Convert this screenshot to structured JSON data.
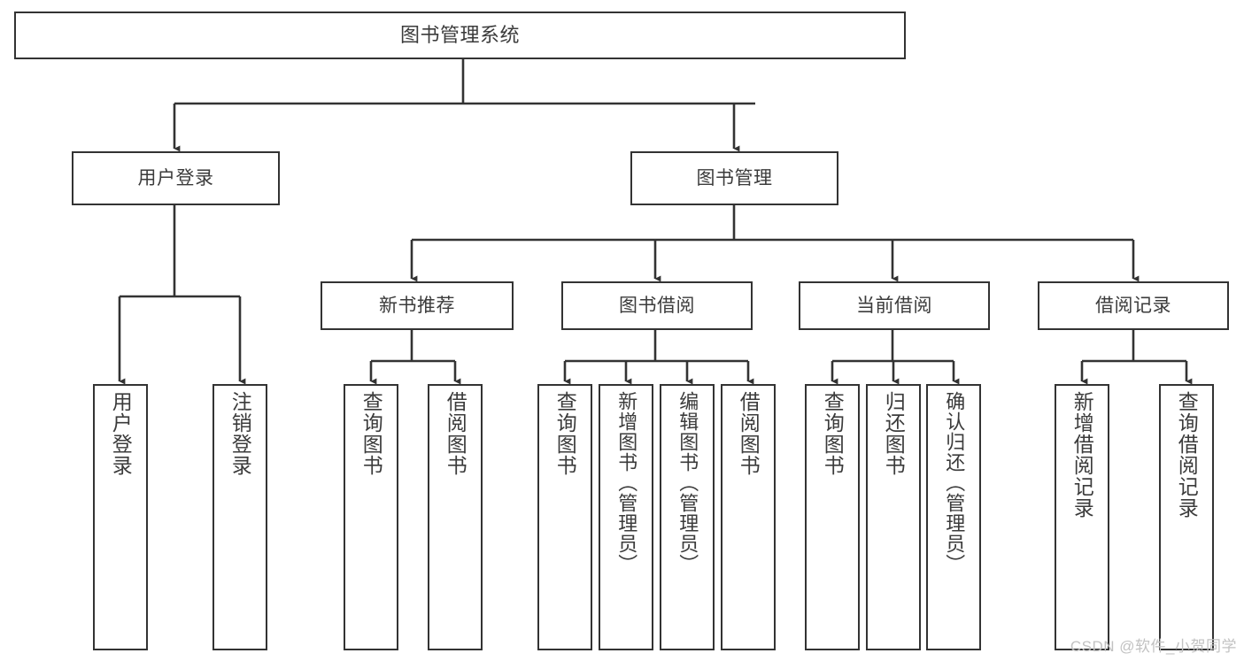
{
  "diagram": {
    "type": "tree",
    "title": "图书管理系统",
    "watermark": "CSDN @软件_小贺同学",
    "colors": {
      "stroke": "#333333",
      "fill": "#ffffff",
      "text": "#3b3b3b",
      "watermark": "#c2c2c2"
    },
    "levels": {
      "root": {
        "label": "图书管理系统"
      },
      "level2": [
        {
          "id": "user-login",
          "label": "用户登录"
        },
        {
          "id": "book-manage",
          "label": "图书管理"
        }
      ],
      "level3": [
        {
          "id": "new-book-recommend",
          "label": "新书推荐",
          "parent": "book-manage"
        },
        {
          "id": "book-borrow",
          "label": "图书借阅",
          "parent": "book-manage"
        },
        {
          "id": "current-borrow",
          "label": "当前借阅",
          "parent": "book-manage"
        },
        {
          "id": "borrow-record",
          "label": "借阅记录",
          "parent": "book-manage"
        }
      ],
      "leaves": [
        {
          "id": "leaf-user-login",
          "label": "用户登录",
          "parent": "user-login"
        },
        {
          "id": "leaf-logout",
          "label": "注销登录",
          "parent": "user-login"
        },
        {
          "id": "leaf-query-book-1",
          "label": "查询图书",
          "parent": "new-book-recommend"
        },
        {
          "id": "leaf-borrow-book-1",
          "label": "借阅图书",
          "parent": "new-book-recommend"
        },
        {
          "id": "leaf-query-book-2",
          "label": "查询图书",
          "parent": "book-borrow"
        },
        {
          "id": "leaf-add-book",
          "label": "新增图书（管理员）",
          "parent": "book-borrow"
        },
        {
          "id": "leaf-edit-book",
          "label": "编辑图书（管理员）",
          "parent": "book-borrow"
        },
        {
          "id": "leaf-borrow-book-2",
          "label": "借阅图书",
          "parent": "book-borrow"
        },
        {
          "id": "leaf-query-book-3",
          "label": "查询图书",
          "parent": "current-borrow"
        },
        {
          "id": "leaf-return-book",
          "label": "归还图书",
          "parent": "current-borrow"
        },
        {
          "id": "leaf-confirm-return",
          "label": "确认归还（管理员）",
          "parent": "current-borrow"
        },
        {
          "id": "leaf-add-record",
          "label": "新增借阅记录",
          "parent": "borrow-record"
        },
        {
          "id": "leaf-query-record",
          "label": "查询借阅记录",
          "parent": "borrow-record"
        }
      ]
    }
  }
}
